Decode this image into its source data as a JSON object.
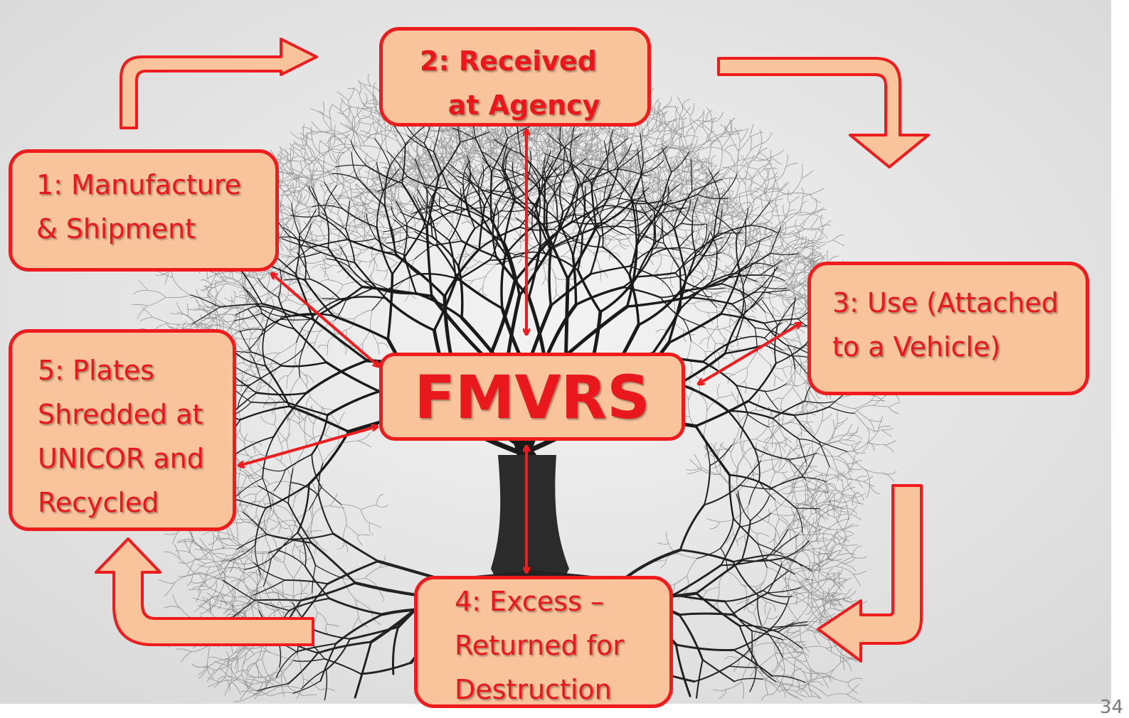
{
  "diagram": {
    "center_label": "FMVRS",
    "steps": [
      {
        "id": "1",
        "label": "1: Manufacture\n& Shipment"
      },
      {
        "id": "2",
        "label": "2: Received\n   at Agency"
      },
      {
        "id": "3",
        "label": "3: Use (Attached\nto a Vehicle)"
      },
      {
        "id": "4",
        "label": "4: Excess –\nReturned for\nDestruction"
      },
      {
        "id": "5",
        "label": "5: Plates\nShredded at\nUNICOR and\nRecycled"
      }
    ],
    "page_number": "34"
  },
  "colors": {
    "box_fill": "#f9c39c",
    "box_border": "#ee1c1c",
    "text": "#e8181c",
    "arrow_fill": "#f9c39c",
    "arrow_stroke": "#ee1c1c",
    "tree": "#1a1a1a"
  },
  "icons": {
    "background": "tree-illustration",
    "connectors": "double-headed-arrow",
    "cycle": "bent-arrow"
  }
}
